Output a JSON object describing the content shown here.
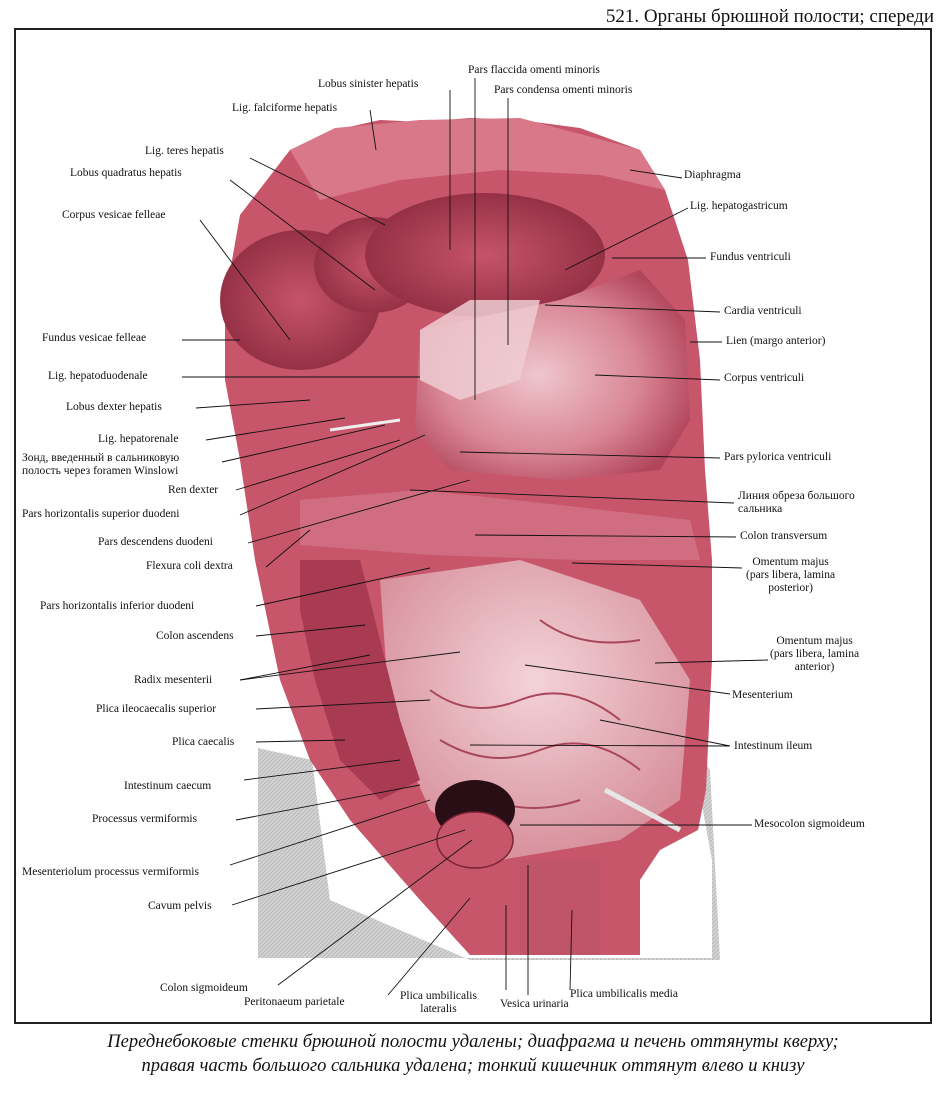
{
  "header": "521. Органы брюшной полости; спереди",
  "labels": {
    "lobus_sinister_hepatis": "Lobus sinister hepatis",
    "lig_falciforme_hepatis": "Lig. falciforme hepatis",
    "lig_teres_hepatis": "Lig. teres hepatis",
    "lobus_quadratus_hepatis": "Lobus quadratus hepatis",
    "corpus_vesicae_felleae": "Corpus vesicae felleae",
    "fundus_vesicae_felleae": "Fundus vesicae felleae",
    "lig_hepatoduodenale": "Lig. hepatoduodenale",
    "lobus_dexter_hepatis": "Lobus dexter hepatis",
    "lig_hepatorenale": "Lig. hepatorenale",
    "zond": "Зонд, введенный в сальниковую\nполость через foramen Winslowi",
    "ren_dexter": "Ren dexter",
    "pars_horiz_sup_duodeni": "Pars horizontalis superior duodeni",
    "pars_descendens_duodeni": "Pars descendens duodeni",
    "flexura_coli_dextra": "Flexura coli dextra",
    "pars_horiz_inf_duodeni": "Pars horizontalis inferior duodeni",
    "colon_ascendens": "Colon ascendens",
    "radix_mesenterii": "Radix mesenterii",
    "plica_ileocaecalis_superior": "Plica ileocaecalis superior",
    "plica_caecalis": "Plica caecalis",
    "intestinum_caecum": "Intestinum caecum",
    "processus_vermiformis": "Processus vermiformis",
    "mesenteriolum": "Mesenteriolum processus vermiformis",
    "cavum_pelvis": "Cavum pelvis",
    "colon_sigmoideum": "Colon sigmoideum",
    "peritonaeum_parietale": "Peritonaeum parietale",
    "plica_umbilicalis_lateralis": "Plica umbilicalis\nlateralis",
    "vesica_urinaria": "Vesica urinaria",
    "plica_umbilicalis_media": "Plica umbilicalis media",
    "pars_flaccida": "Pars flaccida omenti minoris",
    "pars_condensa": "Pars condensa omenti minoris",
    "diaphragma": "Diaphragma",
    "lig_hepatogastricum": "Lig. hepatogastricum",
    "fundus_ventriculi": "Fundus ventriculi",
    "cardia_ventriculi": "Cardia ventriculi",
    "lien": "Lien (margo anterior)",
    "corpus_ventriculi": "Corpus ventriculi",
    "pars_pylorica": "Pars pylorica ventriculi",
    "liniya_obreza": "Линия обреза большого\nсальника",
    "colon_transversum": "Colon transversum",
    "omentum_posterior": "Omentum majus\n(pars libera, lamina\nposterior)",
    "omentum_anterior": "Omentum majus\n(pars libera, lamina\nanterior)",
    "mesenterium": "Mesenterium",
    "intestinum_ileum": "Intestinum ileum",
    "mesocolon_sigmoideum": "Mesocolon sigmoideum"
  },
  "caption": "Переднебоковые стенки брюшной полости удалены; диафрагма и печень оттянуты кверху;\nправая часть большого сальника удалена; тонкий кишечник оттянут влево и книзу",
  "colors": {
    "tissue": "#c8566a",
    "tissue_dark": "#8e2a3e",
    "tissue_light": "#e9b0ba",
    "wall_gray": "#cfcfcf",
    "leader": "#111111"
  }
}
